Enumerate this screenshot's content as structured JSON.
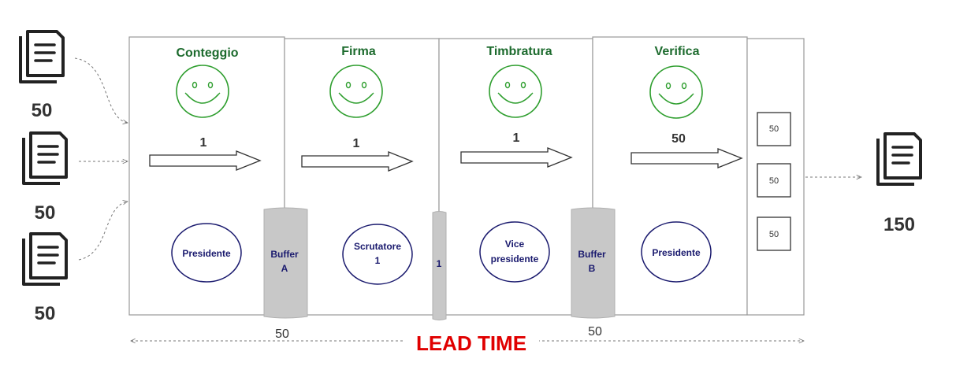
{
  "inputs": [
    {
      "count": "50",
      "icon": "document-stack-icon"
    },
    {
      "count": "50",
      "icon": "document-stack-icon"
    },
    {
      "count": "50",
      "icon": "document-stack-icon"
    }
  ],
  "stations": [
    {
      "title": "Conteggio",
      "flow_count": "1",
      "role": [
        "Presidente"
      ]
    },
    {
      "title": "Firma",
      "flow_count": "1",
      "role": [
        "Scrutatore",
        "1"
      ]
    },
    {
      "title": "Timbratura",
      "flow_count": "1",
      "role": [
        "Vice",
        "presidente"
      ]
    },
    {
      "title": "Verifica",
      "flow_count": "50",
      "role": [
        "Presidente"
      ]
    }
  ],
  "buffers": [
    {
      "lines": [
        "Buffer",
        "A"
      ],
      "count": "50"
    },
    {
      "lines": [
        "1"
      ],
      "count": ""
    },
    {
      "lines": [
        "Buffer",
        "B"
      ],
      "count": "50"
    }
  ],
  "output_boxes": [
    "50",
    "50",
    "50"
  ],
  "output": {
    "count": "150",
    "icon": "document-stack-icon"
  },
  "lead_time": {
    "label": "LEAD TIME",
    "color": "#e00000"
  },
  "colors": {
    "station_title": "#1d6b2e",
    "smiley": "#2e9e2e",
    "role_text": "#1a1a6e",
    "buffer_fill": "#c8c8c8"
  }
}
